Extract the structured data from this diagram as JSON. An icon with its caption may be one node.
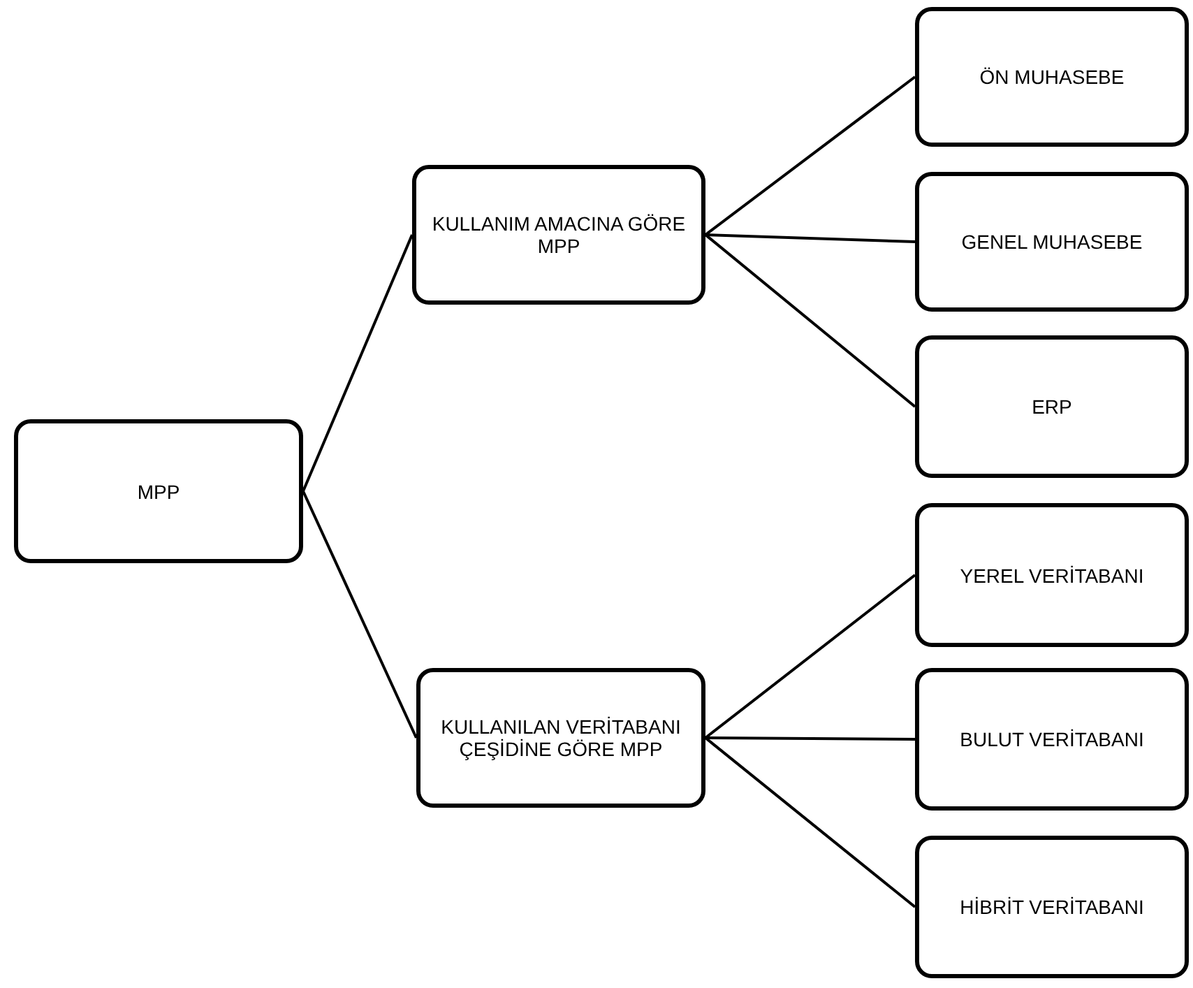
{
  "diagram": {
    "nodes": [
      {
        "text": [
          "MPP"
        ]
      },
      {
        "text": [
          "KULLANIM AMACINA GÖRE MPP"
        ]
      },
      {
        "text": [
          "KULLANILAN VERİTABANI ÇEŞİDİNE GÖRE MPP"
        ]
      },
      {
        "text": [
          "ÖN MUHASEBE"
        ]
      },
      {
        "text": [
          "GENEL MUHASEBE"
        ]
      },
      {
        "text": [
          "ERP"
        ]
      },
      {
        "text": [
          "YEREL VERİTABANI"
        ]
      },
      {
        "text": [
          "BULUT VERİTABANI"
        ]
      },
      {
        "text": [
          "HİBRİT VERİTABANI"
        ]
      }
    ],
    "edges": [
      {
        "from": 0,
        "to": 1,
        "arrow": "none"
      },
      {
        "from": 0,
        "to": 2,
        "arrow": "none"
      },
      {
        "from": 1,
        "to": 3,
        "arrow": "none"
      },
      {
        "from": 1,
        "to": 4,
        "arrow": "none"
      },
      {
        "from": 1,
        "to": 5,
        "arrow": "none"
      },
      {
        "from": 2,
        "to": 6,
        "arrow": "none"
      },
      {
        "from": 2,
        "to": 7,
        "arrow": "none"
      },
      {
        "from": 2,
        "to": 8,
        "arrow": "none"
      }
    ]
  }
}
